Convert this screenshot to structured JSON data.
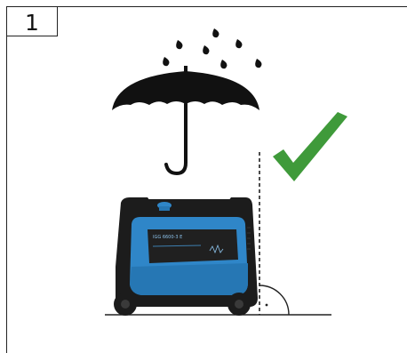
{
  "step": {
    "number": "1"
  },
  "generator": {
    "model_label": "IGG 6600-3 E",
    "panel_label": "",
    "body_color": "#2f86c8",
    "frame_color": "#1c1c1c"
  },
  "colors": {
    "check": "#3f9a3a",
    "umbrella": "#111111",
    "rain": "#111111",
    "line": "#222222"
  },
  "icons": {
    "umbrella": "umbrella-icon",
    "rain": "rain-drops",
    "check": "checkmark-icon",
    "angle": "right-angle-marker"
  }
}
